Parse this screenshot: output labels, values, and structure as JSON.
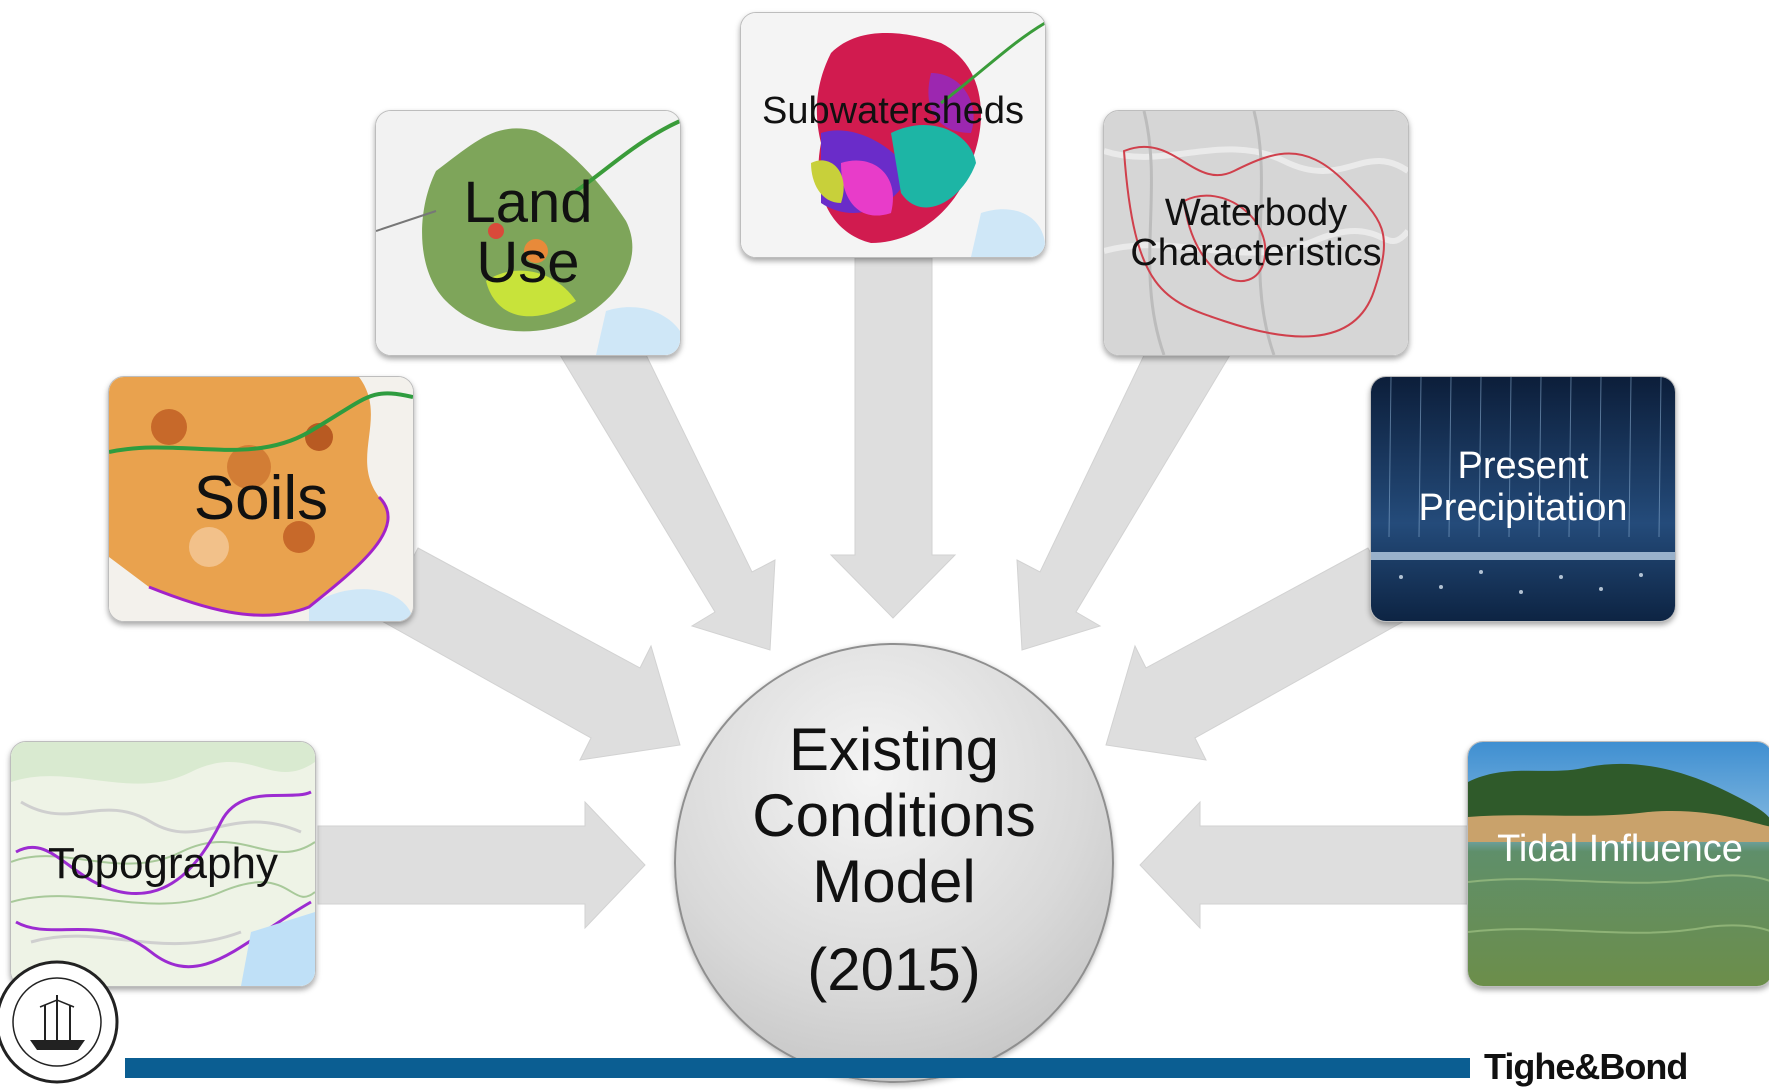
{
  "hub": {
    "line1": "Existing",
    "line2": "Conditions",
    "line3": "Model",
    "year": "(2015)"
  },
  "inputs": {
    "topography": "Topography",
    "soils": "Soils",
    "land_use_1": "Land",
    "land_use_2": "Use",
    "subwatersheds": "Subwatersheds",
    "waterbody_1": "Waterbody",
    "waterbody_2": "Characteristics",
    "precip_1": "Present",
    "precip_2": "Precipitation",
    "tidal": "Tidal Influence"
  },
  "footer": {
    "logo": "Tighe&Bond",
    "bar_color": "#0b5e92"
  }
}
